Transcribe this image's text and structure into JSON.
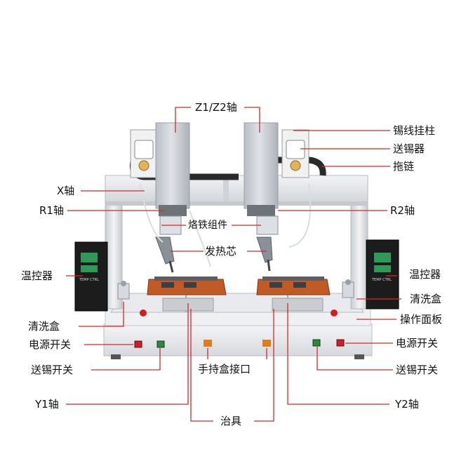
{
  "labels": {
    "z_axis": "Z1/Z2轴",
    "wire_post": "锡线挂柱",
    "tin_feeder": "送锡器",
    "drag_chain": "拖链",
    "x_axis": "X轴",
    "r1_axis": "R1轴",
    "r2_axis": "R2轴",
    "iron_assembly": "烙铁组件",
    "heating_core": "发热芯",
    "temp_left": "温控器",
    "temp_right": "温控器",
    "clean_box_left": "清洗盒",
    "clean_box_right": "清洗盒",
    "operation_panel": "操作面板",
    "power_left": "电源开关",
    "power_right": "电源开关",
    "feed_left": "送锡开关",
    "feed_right": "送锡开关",
    "handheld_port": "手持盒接口",
    "y1_axis": "Y1轴",
    "y2_axis": "Y2轴",
    "fixture": "治具"
  },
  "colors": {
    "frame": "#e4e6e9",
    "frame_shadow": "#bfc3c8",
    "controller": "#1c1c1c",
    "display": "#2f9a56",
    "fixture_orange": "#c25a26",
    "switch_red": "#d21f26",
    "switch_green": "#2a8a3a",
    "leader_line": "#d22a2a"
  }
}
